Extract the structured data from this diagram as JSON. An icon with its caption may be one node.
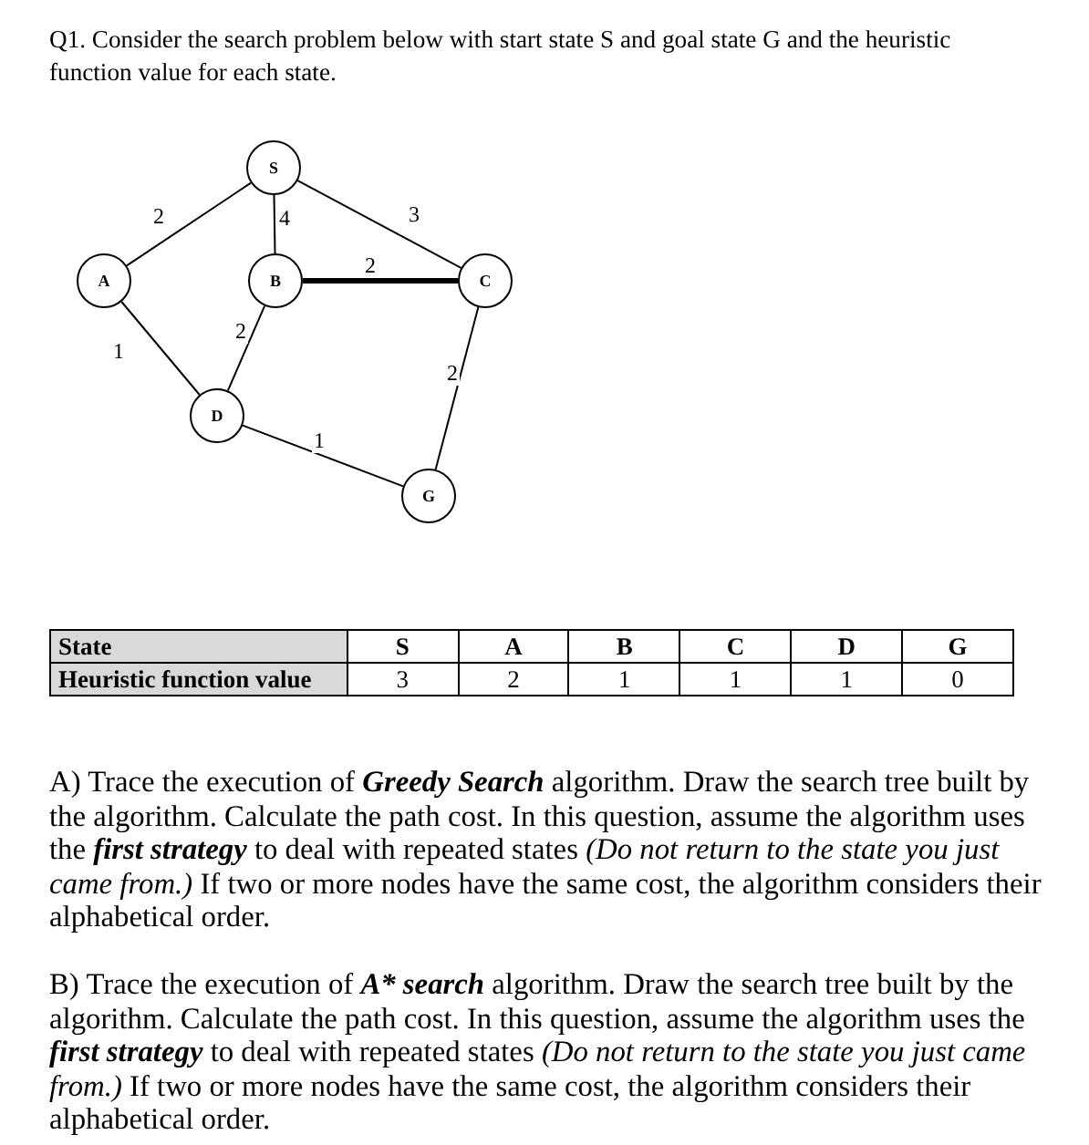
{
  "diagram": {
    "nodes": [
      {
        "text": [
          "S"
        ]
      },
      {
        "text": [
          "A"
        ]
      },
      {
        "text": [
          "B"
        ]
      },
      {
        "text": [
          "C"
        ]
      },
      {
        "text": [
          "D"
        ]
      },
      {
        "text": [
          "G"
        ]
      }
    ],
    "edges": [
      {
        "from": 0,
        "to": 1,
        "arrow": "none",
        "label": "2"
      },
      {
        "from": 0,
        "to": 2,
        "arrow": "none",
        "label": "4"
      },
      {
        "from": 0,
        "to": 3,
        "arrow": "none",
        "label": "3"
      },
      {
        "from": 1,
        "to": 4,
        "arrow": "none",
        "label": "1"
      },
      {
        "from": 2,
        "to": 3,
        "arrow": "none",
        "label": "2",
        "style": "thick"
      },
      {
        "from": 2,
        "to": 4,
        "arrow": "none",
        "label": "2"
      },
      {
        "from": 3,
        "to": 5,
        "arrow": "none",
        "label": "2"
      },
      {
        "from": 4,
        "to": 5,
        "arrow": "none",
        "label": "1"
      }
    ],
    "labels": [
      "Q1. Consider the search problem below with start state S and goal state G and the heuristic function value for each state.",
      "State",
      "S",
      "A",
      "B",
      "C",
      "D",
      "G",
      "Heuristic function value",
      "3",
      "2",
      "1",
      "1",
      "1",
      "0",
      "A) Trace the execution of **Greedy Search** algorithm. Draw the search tree built by the algorithm. Calculate the path cost. In this question, assume the algorithm uses the **first strategy** to deal with repeated states *(Do not return to the state you just came from.)* If two or more nodes have the same cost, the algorithm considers their alphabetical order.",
      "B) Trace the execution of **A* search** algorithm. Draw the search tree built by the algorithm. Calculate the path cost. In this question, assume the algorithm uses the **first strategy** to deal with repeated states *(Do not return to the state you just came from.)* If two or more nodes have the same cost, the algorithm considers their alphabetical order."
    ]
  }
}
